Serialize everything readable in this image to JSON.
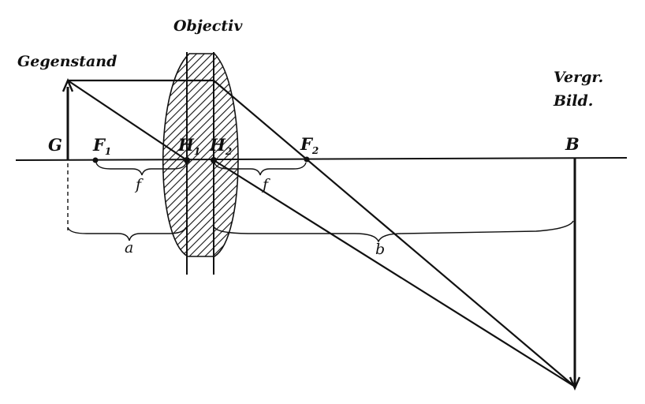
{
  "labels": {
    "objective": "Objectiv",
    "object": "Gegenstand",
    "image_line1": "Vergr.",
    "image_line2": "Bild.",
    "object_point": "G",
    "focal_point_1": "F",
    "focal_point_1_sub": "1",
    "principal_point_1": "H",
    "principal_point_1_sub": "1",
    "principal_point_2": "H",
    "principal_point_2_sub": "2",
    "focal_point_2": "F",
    "focal_point_2_sub": "2",
    "image_point": "B",
    "focal_length_left": "f",
    "focal_length_right": "f",
    "object_distance": "a",
    "image_distance": "b"
  },
  "colors": {
    "ink": "#111111",
    "paper": "#ffffff"
  }
}
